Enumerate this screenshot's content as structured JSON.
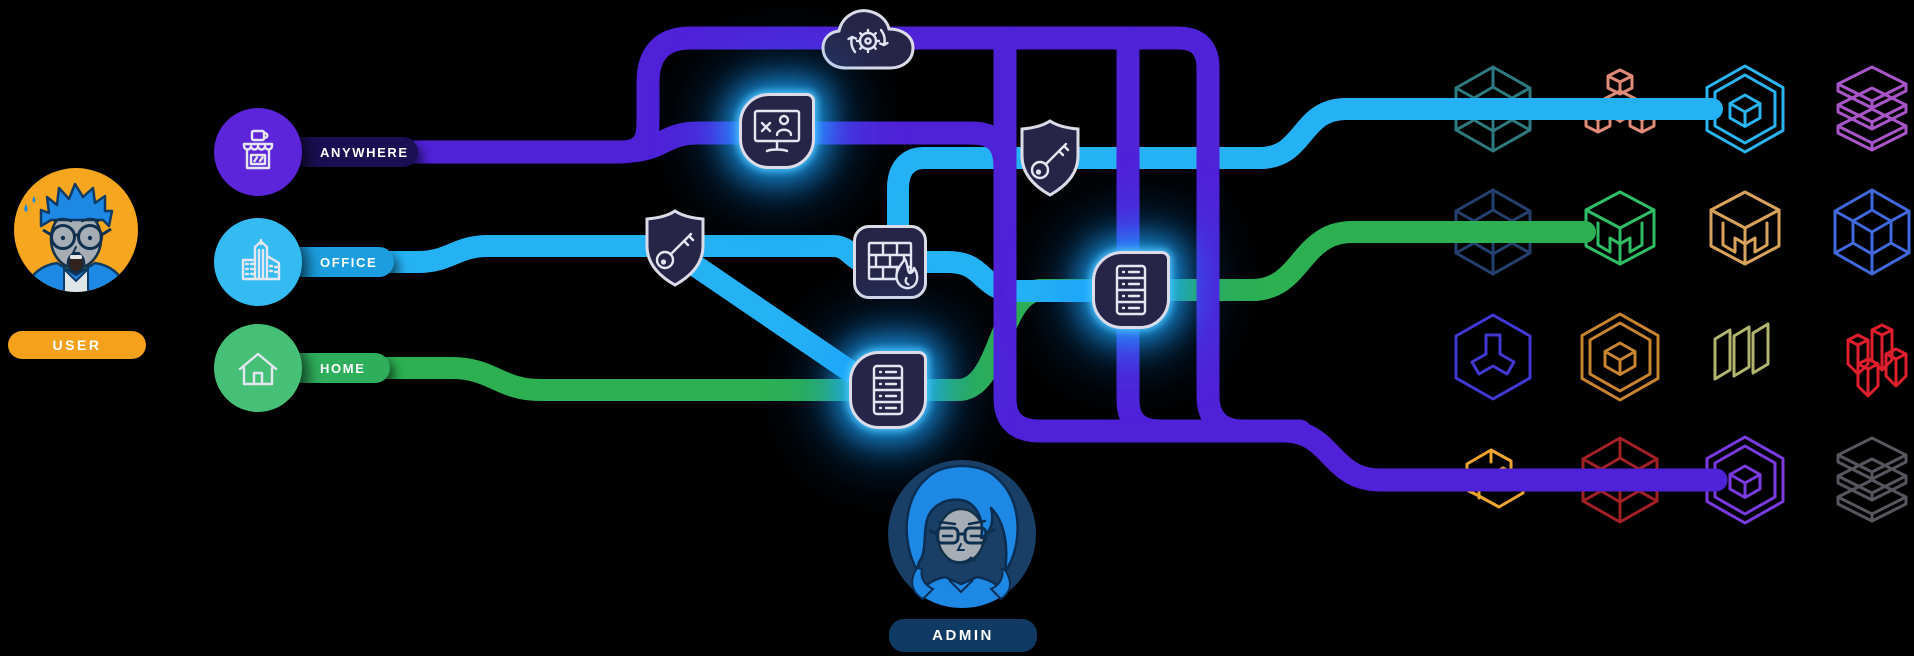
{
  "background_color": "#000000",
  "user": {
    "label": "USER",
    "pill_color": "#f6a11c",
    "avatar_bg": "#f6a71f",
    "avatar_description": "shocked man with blue hair and round glasses"
  },
  "admin": {
    "label": "ADMIN",
    "pill_color": "#0f3a63",
    "avatar_bg": "#1a3f66",
    "avatar_description": "skeptical woman with long blue hair and glasses"
  },
  "sources": {
    "anywhere": {
      "label": "ANYWHERE",
      "circle_color": "#5c25da",
      "pill_color": "#1a0f52",
      "icon": "cafe-storefront-icon"
    },
    "office": {
      "label": "OFFICE",
      "circle_color": "#33bbf2",
      "pill_color": "#1b9ddf",
      "icon": "office-buildings-icon"
    },
    "home": {
      "label": "HOME",
      "circle_color": "#46c077",
      "pill_color": "#2fae5c",
      "icon": "house-icon"
    }
  },
  "routes": {
    "purple": {
      "from": "ANYWHERE",
      "color": "#4f22d8",
      "ends_at": "violet hex cube resource"
    },
    "cyan": {
      "from": "OFFICE",
      "color": "#25b2f5",
      "ends_at": "bright blue hex cube resource"
    },
    "green": {
      "from": "HOME",
      "color": "#2cb052",
      "ends_at": "bright green M cube resource"
    }
  },
  "gateways": {
    "cloud_sync": {
      "icon": "cloud-sync-gear-icon"
    },
    "screen_policy": {
      "icon": "monitor-user-block-icon",
      "glow": "cyan"
    },
    "auth_shield_left": {
      "icon": "shield-key-icon"
    },
    "firewall": {
      "icon": "firewall-flame-icon"
    },
    "auth_shield_right": {
      "icon": "shield-key-icon"
    },
    "connector_bottom": {
      "icon": "server-rack-icon",
      "glow": "cyan"
    },
    "connector_right": {
      "icon": "server-rack-icon",
      "glow": "cyan"
    }
  },
  "tile_style": {
    "bg": "#272547",
    "border": "#dcdce8",
    "glyph": "#e6e6f2"
  },
  "resources": {
    "grid": {
      "rows": 4,
      "cols": 4
    },
    "items": [
      {
        "shape": "wireframe-cube",
        "color": "#2f7a80",
        "highlight": false
      },
      {
        "shape": "cube-cluster",
        "color": "#e08a78",
        "highlight": false
      },
      {
        "shape": "hex-cube",
        "color": "#29b5f0",
        "highlight": true,
        "connected_route": "cyan"
      },
      {
        "shape": "stacked-layers",
        "color": "#a855c8",
        "highlight": false
      },
      {
        "shape": "wireframe-cube",
        "color": "#24406e",
        "highlight": false
      },
      {
        "shape": "m-cube",
        "color": "#2ebd65",
        "highlight": true,
        "connected_route": "green"
      },
      {
        "shape": "m-cube",
        "color": "#d9a35b",
        "highlight": false
      },
      {
        "shape": "wireframe-cube",
        "color": "#4169dd",
        "highlight": false
      },
      {
        "shape": "y-hexagon",
        "color": "#4238d2",
        "highlight": false
      },
      {
        "shape": "hex-cube",
        "color": "#c8842f",
        "highlight": false
      },
      {
        "shape": "parallel-planes",
        "color": "#b0b46e",
        "highlight": false
      },
      {
        "shape": "block-towers",
        "color": "#df1f2e",
        "highlight": false
      },
      {
        "shape": "angular-knot",
        "color": "#eca52e",
        "highlight": false
      },
      {
        "shape": "wireframe-cube",
        "color": "#a32126",
        "highlight": false
      },
      {
        "shape": "hex-cube",
        "color": "#7b3be0",
        "highlight": true,
        "connected_route": "purple"
      },
      {
        "shape": "stacked-layers",
        "color": "#56565e",
        "highlight": false
      }
    ]
  }
}
